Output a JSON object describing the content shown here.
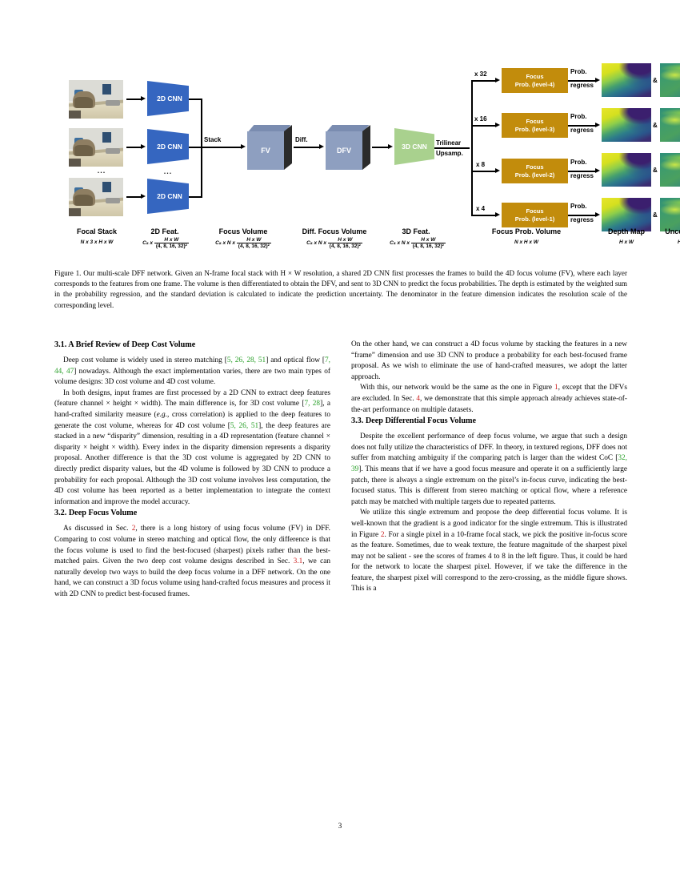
{
  "figure": {
    "focal_stack": {
      "label": "Focal Stack",
      "dim": "N x 3 x H x W",
      "dots": "..."
    },
    "cnn2d_label": "2D CNN",
    "cnn2d_dots": "...",
    "feat2d": {
      "label": "2D Feat.",
      "prefix": "Cₖ x",
      "num": "H x W",
      "den": "(4, 8, 16, 32)²"
    },
    "stack_label": "Stack",
    "fv": {
      "label": "FV",
      "caption": "Focus Volume",
      "prefix": "Cₖ x N x",
      "num": "H x W",
      "den": "(4, 8, 16, 32)²"
    },
    "diff_label": "Diff.",
    "dfv": {
      "label": "DFV",
      "caption": "Diff. Focus Volume",
      "prefix": "Cₖ x N x",
      "num": "H x W",
      "den": "(4, 8, 16, 32)²"
    },
    "cnn3d_label": "3D CNN",
    "feat3d": {
      "label": "3D Feat.",
      "prefix": "Cₖ x N x",
      "num": "H x W",
      "den": "(4, 8, 16, 32)²"
    },
    "trilinear_line1": "Trilinear",
    "trilinear_line2": "Upsamp.",
    "branches": [
      {
        "mult": "x 32",
        "line1": "Focus",
        "line2": "Prob. (level-4)",
        "regress1": "Prob.",
        "regress2": "regress",
        "amp": "&"
      },
      {
        "mult": "x 16",
        "line1": "Focus",
        "line2": "Prob. (level-3)",
        "regress1": "Prob.",
        "regress2": "regress",
        "amp": "&"
      },
      {
        "mult": "x 8",
        "line1": "Focus",
        "line2": "Prob. (level-2)",
        "regress1": "Prob.",
        "regress2": "regress",
        "amp": "&"
      },
      {
        "mult": "x 4",
        "line1": "Focus",
        "line2": "Prob. (level-1)",
        "regress1": "Prob.",
        "regress2": "regress",
        "amp": "&"
      }
    ],
    "focus_prob_volume": {
      "label": "Focus Prob. Volume",
      "dim": "N x H x W"
    },
    "depth_map": {
      "label": "Depth Map",
      "dim": "H x W"
    },
    "uncertainty": {
      "label": "Uncertainty",
      "dim": "H x W"
    },
    "colors": {
      "cnn2d": "#3566c0",
      "volume_cube": "#8e9fc0",
      "cube_side": "#2b2b2b",
      "cnn3d": "#a9d18e",
      "focus_prob_box": "#c28c0c"
    }
  },
  "caption": {
    "text": "Figure 1. Our multi-scale DFF network. Given an N-frame focal stack with H × W resolution, a shared 2D CNN first processes the frames to build the 4D focus volume (FV), where each layer corresponds to the features from one frame. The volume is then differentiated to obtain the DFV, and sent to 3D CNN to predict the focus probabilities. The depth is estimated by the weighted sum in the probability regression, and the standard deviation is calculated to indicate the prediction uncertainty. The denominator in the feature dimension indicates the resolution scale of the corresponding level."
  },
  "sections": {
    "s31_heading": "3.1. A Brief Review of Deep Cost Volume",
    "s31_p1_a": "Deep cost volume is widely used in stereo matching [",
    "s31_p1_c1": "5, 26, 28, 51",
    "s31_p1_b": "] and optical flow [",
    "s31_p1_c2": "7, 44, 47",
    "s31_p1_d": "] nowadays. Although the exact implementation varies, there are two main types of volume designs: 3D cost volume and 4D cost volume.",
    "s31_p2_a": "In both designs, input frames are first processed by a 2D CNN to extract deep features (feature channel × height × width). The main difference is, for 3D cost volume [",
    "s31_p2_c1": "7, 28",
    "s31_p2_b": "], a hand-crafted similarity measure (",
    "s31_p2_eg": "e.g.",
    "s31_p2_b2": ", cross correlation) is applied to the deep features to generate the cost volume, whereas for 4D cost volume [",
    "s31_p2_c2": "5, 26, 51",
    "s31_p2_d": "], the deep features are stacked in a new “disparity” dimension, resulting in a 4D representation (feature channel × disparity × height × width). Every index in the disparity dimension represents a disparity proposal. Another difference is that the 3D cost volume is aggregated by 2D CNN to directly predict disparity values, but the 4D volume is followed by 3D CNN to produce a probability for each proposal. Although the 3D cost volume involves less computation, the 4D cost volume has been reported as a better implementation to integrate the context information and improve the model accuracy.",
    "s32_heading": "3.2. Deep Focus Volume",
    "s32_p1_a": "As discussed in Sec. ",
    "s32_p1_r1": "2",
    "s32_p1_b": ", there is a long history of using focus volume (FV) in DFF. Comparing to cost volume in stereo matching and optical flow, the only difference is that the focus volume is used to find the best-focused (sharpest) pixels rather than the best-matched pairs. Given the two deep cost volume designs described in Sec. ",
    "s32_p1_r2": "3.1",
    "s32_p1_c": ", we can naturally develop two ways to build the deep focus volume in a DFF network. On the one hand, we can construct a 3D focus volume using hand-crafted focus measures and process it with 2D CNN to predict best-focused frames. On the other hand, we can construct a 4D focus volume by stacking the features in a new “frame” dimension and use 3D CNN to produce a probability for each best-focused frame proposal. As we wish to eliminate the use of hand-crafted measures, we adopt the latter approach.",
    "s32_p2_a": "With this, our network would be the same as the one in Figure ",
    "s32_p2_r1": "1",
    "s32_p2_b": ", except that the DFVs are excluded. In Sec. ",
    "s32_p2_r2": "4",
    "s32_p2_c": ", we demonstrate that this simple approach already achieves state-of-the-art performance on multiple datasets.",
    "s33_heading": "3.3. Deep Differential Focus Volume",
    "s33_p1_a": "Despite the excellent performance of deep focus volume, we argue that such a design does not fully utilize the characteristics of DFF. In theory, in textured regions, DFF does not suffer from matching ambiguity if the comparing patch is larger than the widest CoC [",
    "s33_p1_c1": "32, 39",
    "s33_p1_b": "]. This means that if we have a good focus measure and operate it on a sufficiently large patch, there is always a single extremum on the pixel’s in-focus curve, indicating the best-focused status. This is different from stereo matching or optical flow, where a reference patch may be matched with multiple targets due to repeated patterns.",
    "s33_p2_a": "We utilize this single extremum and propose the deep differential focus volume. It is well-known that the gradient is a good indicator for the single extremum. This is illustrated in Figure ",
    "s33_p2_r1": "2",
    "s33_p2_b": ". For a single pixel in a 10-frame focal stack, we pick the positive in-focus score as the feature. Sometimes, due to weak texture, the feature magnitude of the sharpest pixel may not be salient - see the scores of frames 4 to 8 in the left figure. Thus, it could be hard for the network to locate the sharpest pixel. However, if we take the difference in the feature, the sharpest pixel will correspond to the zero-crossing, as the middle figure shows. This is a"
  },
  "page_number": "3"
}
